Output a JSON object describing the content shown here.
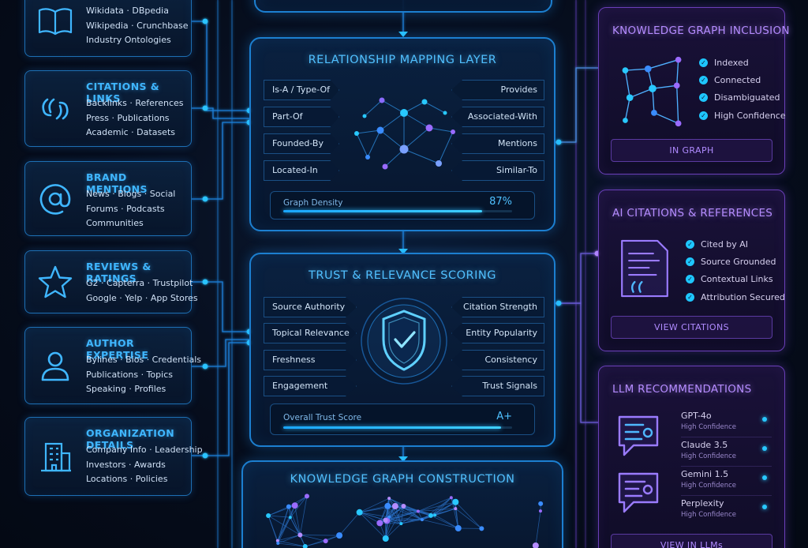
{
  "sources": [
    {
      "title": "",
      "lines": [
        "Wikidata  ·  DBpedia",
        "Wikipedia  ·  Crunchbase",
        "Industry Ontologies"
      ],
      "icon": "book-icon"
    },
    {
      "title": "CITATIONS & LINKS",
      "lines": [
        "Backlinks  ·  References",
        "Press  ·  Publications",
        "Academic  ·  Datasets"
      ],
      "icon": "link-icon"
    },
    {
      "title": "BRAND MENTIONS",
      "lines": [
        "News  ·  Blogs  ·  Social",
        "Forums  ·  Podcasts",
        "Communities"
      ],
      "icon": "at-sign-icon"
    },
    {
      "title": "REVIEWS & RATINGS",
      "lines": [
        "G2  ·  Capterra  ·  Trustpilot",
        "Google  ·  Yelp  ·  App Stores"
      ],
      "icon": "star-icon"
    },
    {
      "title": "AUTHOR EXPERTISE",
      "lines": [
        "Bylines  ·  Bios  ·  Credentials",
        "Publications  ·  Topics",
        "Speaking  ·  Profiles"
      ],
      "icon": "person-icon"
    },
    {
      "title": "ORGANIZATION DETAILS",
      "lines": [
        "Company Info  ·  Leadership",
        "Investors  ·  Awards",
        "Locations  ·  Policies"
      ],
      "icon": "building-icon"
    }
  ],
  "relationship": {
    "title": "RELATIONSHIP MAPPING LAYER",
    "left_tags": [
      "Is-A / Type-Of",
      "Part-Of",
      "Founded-By",
      "Located-In"
    ],
    "right_tags": [
      "Provides",
      "Associated-With",
      "Mentions",
      "Similar-To"
    ],
    "meter_label": "Graph Density",
    "meter_value": "87%",
    "meter_fraction": 0.87
  },
  "trust": {
    "title": "TRUST & RELEVANCE SCORING",
    "left_tags": [
      "Source Authority",
      "Topical Relevance",
      "Freshness",
      "Engagement"
    ],
    "right_tags": [
      "Citation Strength",
      "Entity Popularity",
      "Consistency",
      "Trust Signals"
    ],
    "meter_label": "Overall Trust Score",
    "meter_value": "A+",
    "meter_fraction": 0.95,
    "icon": "shield-check-icon"
  },
  "construction": {
    "title": "KNOWLEDGE GRAPH CONSTRUCTION"
  },
  "kg_inclusion": {
    "title": "KNOWLEDGE GRAPH INCLUSION",
    "checks": [
      "Indexed",
      "Connected",
      "Disambiguated",
      "High Confidence"
    ],
    "button": "IN GRAPH",
    "icon": "network-graph-icon"
  },
  "ai_citations": {
    "title": "AI CITATIONS & REFERENCES",
    "checks": [
      "Cited by AI",
      "Source Grounded",
      "Contextual Links",
      "Attribution Secured"
    ],
    "button": "VIEW CITATIONS",
    "icon": "quote-document-icon"
  },
  "llm": {
    "title": "LLM RECOMMENDATIONS",
    "models": [
      {
        "name": "GPT-4o",
        "confidence": "High Confidence"
      },
      {
        "name": "Claude 3.5",
        "confidence": "High Confidence"
      },
      {
        "name": "Gemini 1.5",
        "confidence": "High Confidence"
      },
      {
        "name": "Perplexity",
        "confidence": "High Confidence"
      }
    ],
    "button": "VIEW IN LLMs",
    "icon": "chat-bubble-icon"
  },
  "colors": {
    "blue_accent": "#3fb6ff",
    "purple_accent": "#b58cff",
    "node_cyan": "#28c8ff",
    "node_violet": "#9a6bff"
  }
}
